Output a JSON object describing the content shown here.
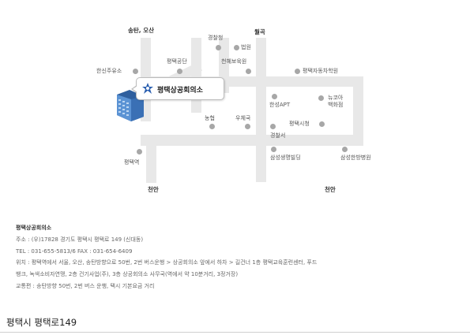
{
  "map": {
    "labels": {
      "songtan_osan": "송탄, 오산",
      "police": "경찰청",
      "pyeongtaek_north": "월곡",
      "court": "법원",
      "hanshin_gas": "한신주유소",
      "pyeongtaek_factory": "평택공단",
      "cheonhye": "천혜보육원",
      "auto_academy": "평택자동차학원",
      "hansung_apt": "한성APT",
      "newcore": "뉴코아\n백화점",
      "nonghyup": "농협",
      "post_office": "우체국",
      "city_hall": "평택시청",
      "police_station": "경찰서",
      "pyeongtaek_station": "평택역",
      "samsung_life": "삼성생명빌딩",
      "samsung_hospital": "삼성한방병원",
      "cheonan_left": "천안",
      "cheonan_right": "천안"
    },
    "callout_title": "평택상공회의소"
  },
  "info": {
    "name": "평택상공회의소",
    "address": "주소 : (우)17828 경기도 평택시 평택로 149 (신대동)",
    "contact": "TEL : 031-655-5813/6    FAX : 031-654-6409",
    "location_1": "위치 : 평택역에서 서울, 오산, 송탄방향으로 50번, 2번 버스운행 > 상공회의소 앞에서 하차 > 길건너 1층 평택교육훈련센터, 푸드",
    "location_2": "뱅크, 녹색소비자연맹, 2층 건기사업(주), 3층 상공회의소 사무국(역에서 약 10분거리, 3정거장)",
    "transport": "교통편 : 송탄방향 50번, 2번 버스 운행, 택시 기본요금 거리"
  },
  "address_bar": "평택시 평택로149",
  "colors": {
    "road": "#e8e8e8",
    "dot": "#a7a7a7",
    "building": "#4a7fc4"
  }
}
